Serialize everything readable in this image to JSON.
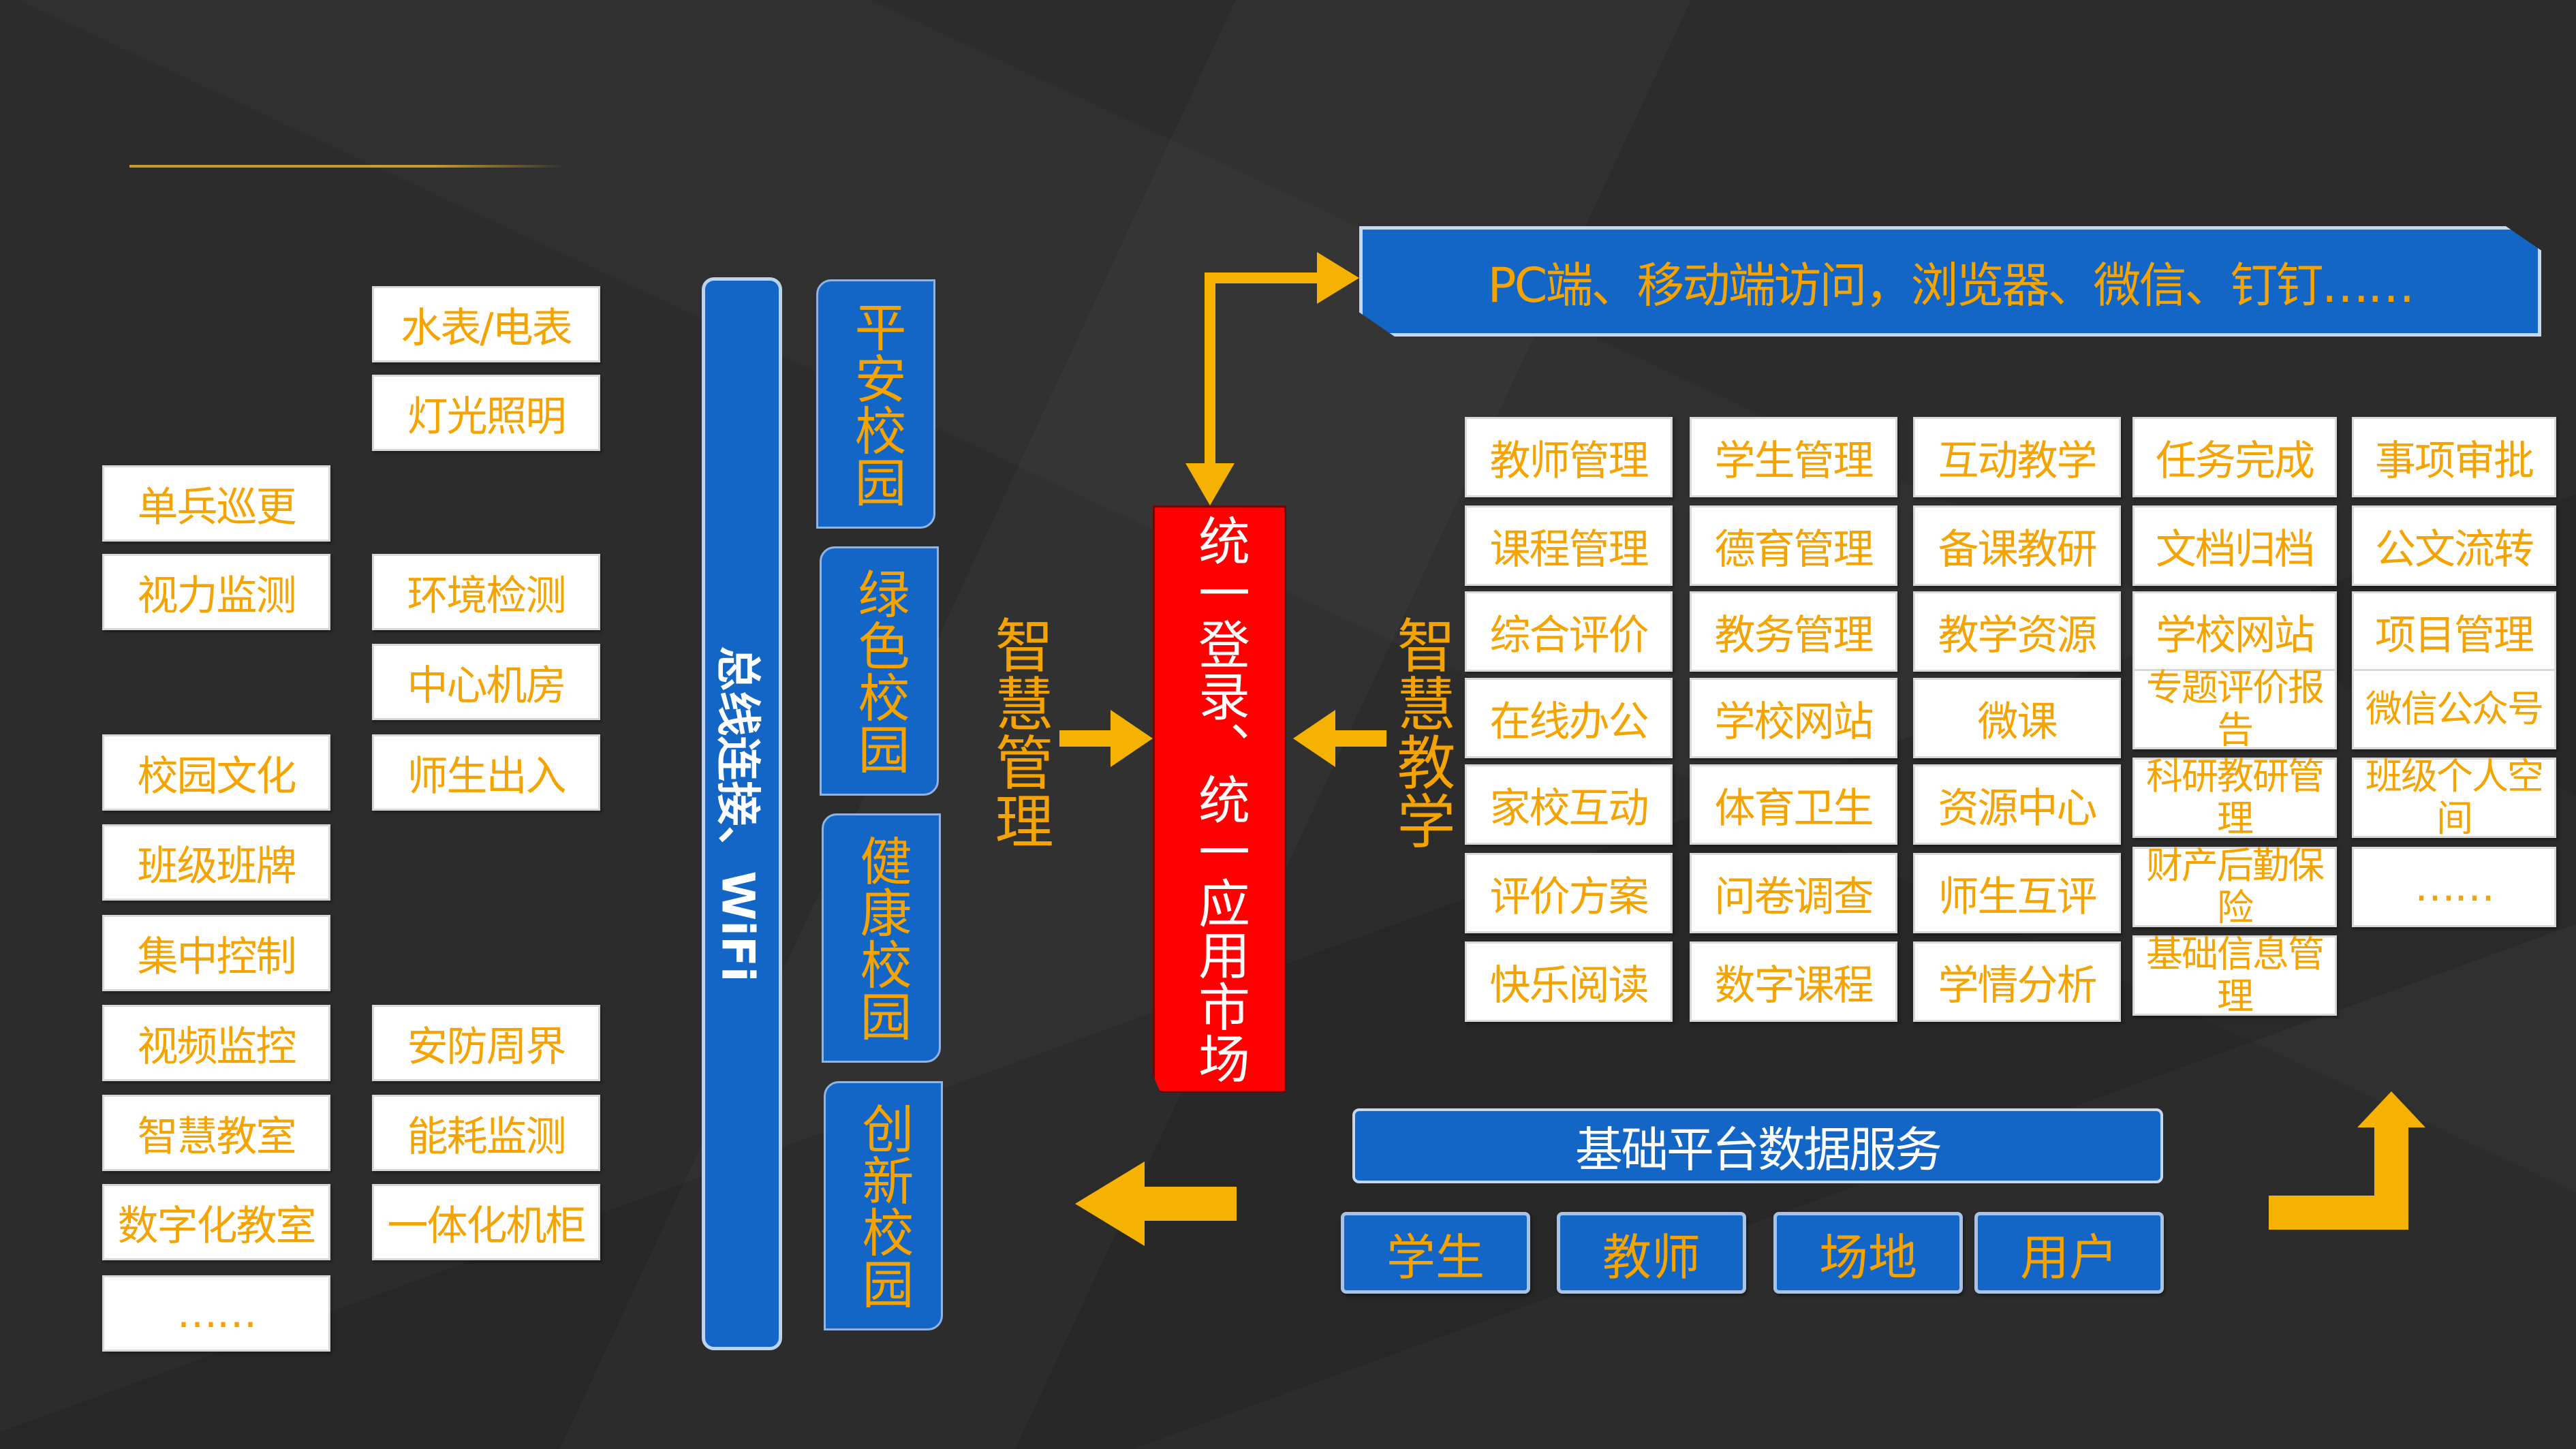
{
  "left_col_1": [
    "单兵巡更",
    "视力监测",
    "校园文化",
    "班级班牌",
    "集中控制",
    "视频监控",
    "智慧教室",
    "数字化教室",
    "……"
  ],
  "left_col_2": [
    "水表/电表",
    "灯光照明",
    "环境检测",
    "中心机房",
    "师生出入",
    "安防周界",
    "能耗监测",
    "一体化机柜"
  ],
  "bus_label": "总线连接、WiFi",
  "campuses": [
    "平安校园",
    "绿色校园",
    "健康校园",
    "创新校园"
  ],
  "label_management": "智慧管理",
  "label_teaching": "智慧教学",
  "center_label": "统一登录、统一应用市场",
  "top_banner": "PC端、移动端访问，浏览器、微信、钉钉……",
  "app_grid": [
    [
      "教师管理",
      "学生管理",
      "互动教学",
      "任务完成",
      "事项审批"
    ],
    [
      "课程管理",
      "德育管理",
      "备课教研",
      "文档归档",
      "公文流转"
    ],
    [
      "综合评价",
      "教务管理",
      "教学资源",
      "学校网站",
      "项目管理"
    ],
    [
      "在线办公",
      "学校网站",
      "微课",
      "专题评价报告",
      "微信公众号"
    ],
    [
      "家校互动",
      "体育卫生",
      "资源中心",
      "科研教研管理",
      "班级个人空间"
    ],
    [
      "评价方案",
      "问卷调查",
      "师生互评",
      "财产后勤保险",
      "……"
    ],
    [
      "快乐阅读",
      "数字课程",
      "学情分析",
      "基础信息管理"
    ]
  ],
  "platform_label": "基础平台数据服务",
  "entities": [
    "学生",
    "教师",
    "场地",
    "用户"
  ],
  "colors": {
    "accent": "#f5a300",
    "blue": "#1366c5",
    "red": "#ff0000",
    "background": "#2c2c2d"
  }
}
